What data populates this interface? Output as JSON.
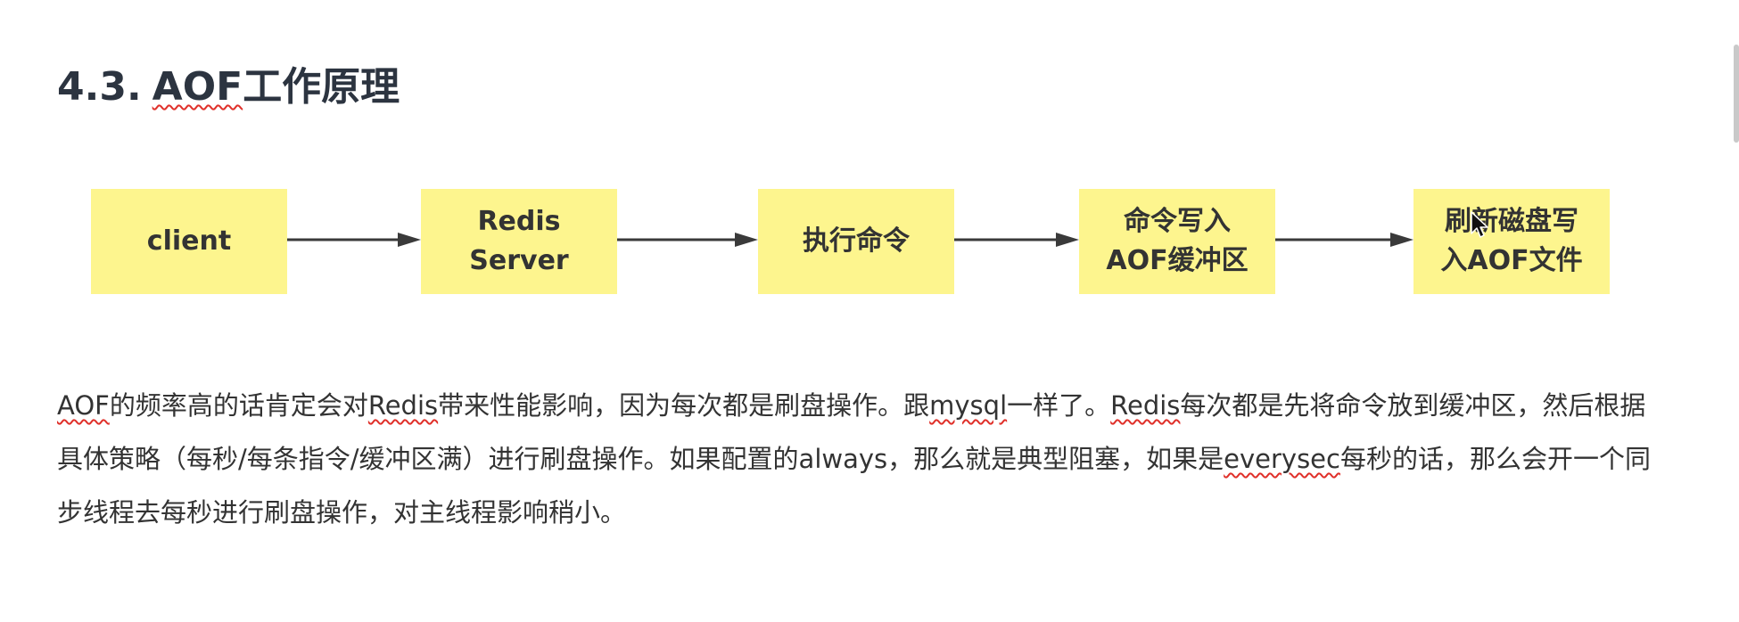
{
  "heading": {
    "number": "4.3.",
    "aof": "AOF",
    "rest": "工作原理"
  },
  "flow": {
    "steps": [
      {
        "lines": [
          "client"
        ]
      },
      {
        "lines": [
          "Redis",
          "Server"
        ]
      },
      {
        "lines": [
          "执行命令"
        ]
      },
      {
        "lines": [
          "命令写入",
          "AOF缓冲区"
        ]
      },
      {
        "lines": [
          "刷新磁盘写",
          "入AOF文件"
        ]
      }
    ],
    "box_color": "#fdf58e",
    "arrow_color": "#3a3a3a"
  },
  "paragraph": {
    "s1": "AOF",
    "s2": "的频率高的话肯定会对",
    "s3": "Redis",
    "s4": "带来性能影响，因为每次都是刷盘操作。跟",
    "s5": "mysql",
    "s6": "一样了。",
    "s7": "Redis",
    "s8": "每次都是先将命令放到缓冲区，然后根据具体策略（每秒/每条指令/缓冲区满）进行刷盘操作。如果配置的always，那么就是典型阻塞，如果是",
    "s9": "everysec",
    "s10": "每秒的话，那么会开一个同步线程去每秒进行刷盘操作，对主线程影响稍小。"
  },
  "cursor_icon": "mouse-pointer",
  "spell_underline_color": "#e0302a"
}
